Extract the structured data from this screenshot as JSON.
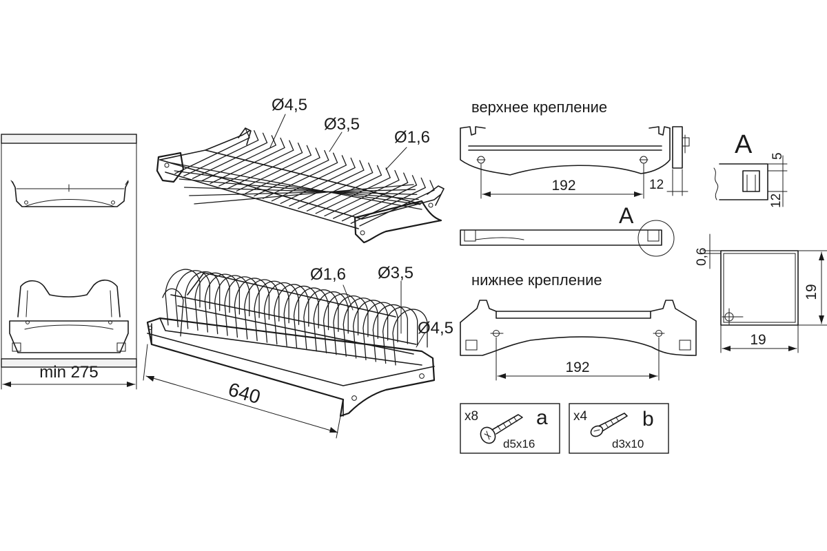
{
  "labels": {
    "upper_mount": "верхнее крепление",
    "lower_mount": "нижнее крепление",
    "detail_a_callout": "A",
    "detail_a_title": "A"
  },
  "dimensions": {
    "cabinet_min_depth": "min 275",
    "rack_length": "640",
    "upper_wire_1": "Ø4,5",
    "upper_wire_2": "Ø3,5",
    "upper_wire_3": "Ø1,6",
    "lower_wire_1": "Ø1,6",
    "lower_wire_2": "Ø3,5",
    "lower_wire_3": "Ø4,5",
    "upper_mount_hole_spacing": "192",
    "upper_mount_side_width": "12",
    "lower_mount_hole_spacing": "192",
    "detail_a_top": "5",
    "detail_a_bottom": "12",
    "profile_wall": "0,6",
    "profile_height": "19",
    "profile_width": "19"
  },
  "fasteners": [
    {
      "quantity": "x8",
      "letter": "a",
      "size": "d5x16"
    },
    {
      "quantity": "x4",
      "letter": "b",
      "size": "d3x10"
    }
  ]
}
